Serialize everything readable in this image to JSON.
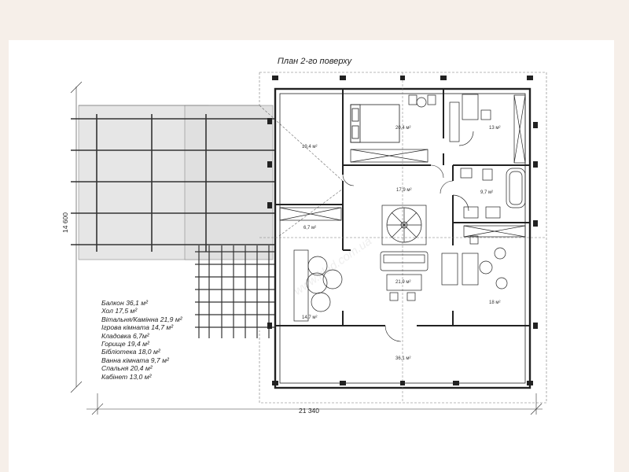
{
  "title": "План 2-го поверху",
  "legend": [
    {
      "label": "Балкон",
      "value": "36,1",
      "unit": "м²"
    },
    {
      "label": "Хол",
      "value": "17,5",
      "unit": "м²"
    },
    {
      "label": "Вітальня/Камінна",
      "value": "21,9",
      "unit": "м²"
    },
    {
      "label": "Ігрова кімната",
      "value": "14,7",
      "unit": "м²"
    },
    {
      "label": "Кладовка",
      "value": "6,7",
      "unit": "м²"
    },
    {
      "label": "Горище",
      "value": "19,4",
      "unit": "м²"
    },
    {
      "label": "Бібліотека",
      "value": "18,0",
      "unit": "м²"
    },
    {
      "label": "Ванна кімната",
      "value": "9,7",
      "unit": "м²"
    },
    {
      "label": "Спальня",
      "value": "20,4",
      "unit": "м²"
    },
    {
      "label": "Кабінет",
      "value": "13,0",
      "unit": "м²"
    }
  ],
  "room_areas": {
    "bedroom": "20,4 м²",
    "office": "13 м²",
    "attic": "19,4 м²",
    "hall": "17,9 м²",
    "bath": "9,7 м²",
    "storage": "6,7 м²",
    "living": "21,9 м²",
    "play": "14,7 м²",
    "library": "18 м²",
    "balcony": "36,1 м²"
  },
  "dimensions": {
    "width": "21 340",
    "depth": "14 600"
  },
  "watermark": "www.klad.com.ua"
}
